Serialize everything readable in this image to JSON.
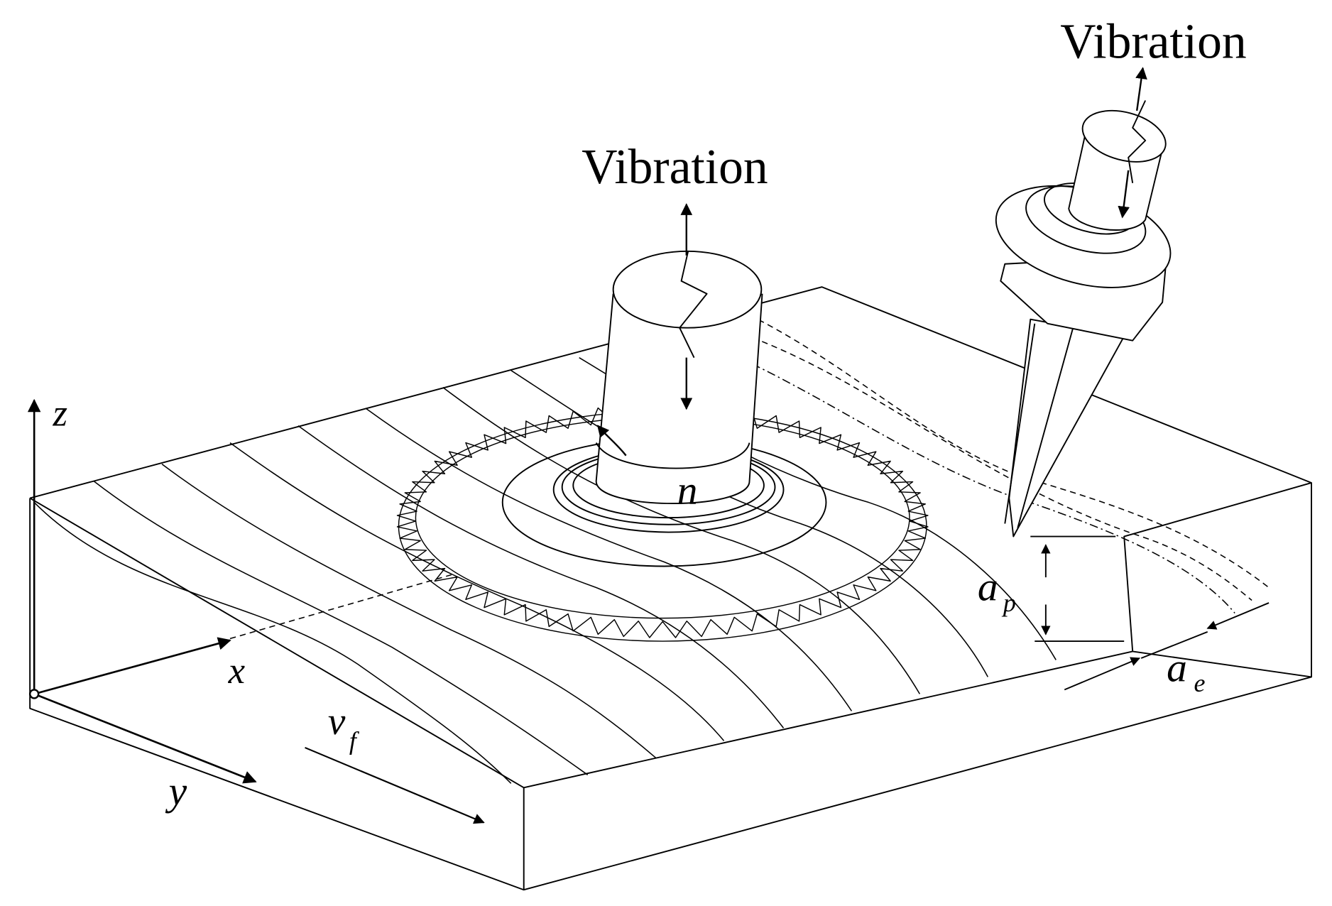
{
  "labels": {
    "vibration_center": "Vibration",
    "vibration_right": "Vibration",
    "spindle_speed": "n",
    "axis_x": "x",
    "axis_y": "y",
    "axis_z": "z",
    "feed_v": "v",
    "feed_sub": "f",
    "depth_a": "a",
    "depth_sub": "p",
    "width_a": "a",
    "width_sub": "e"
  },
  "colors": {
    "line": "#000000",
    "background": "#ffffff"
  }
}
